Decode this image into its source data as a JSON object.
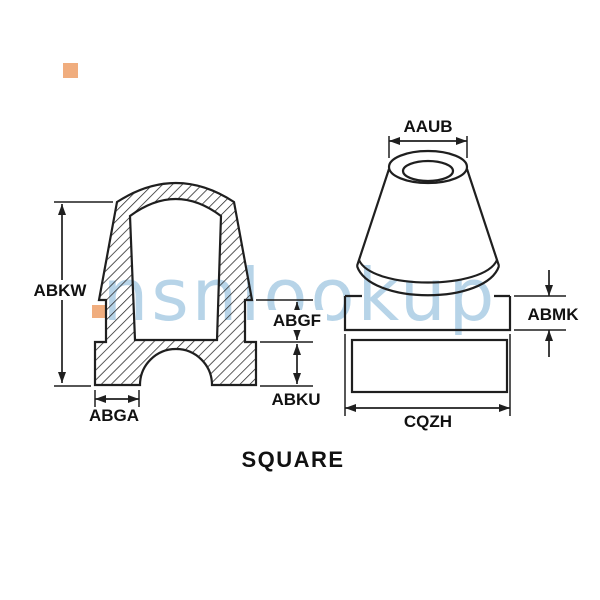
{
  "watermark": {
    "text": "nsnlookup",
    "color": "#b7d4e8",
    "accent_color": "#f0ad7e"
  },
  "caption": "SQUARE",
  "colors": {
    "line": "#1f1f1f",
    "background": "#ffffff"
  },
  "dimensions": {
    "left": {
      "height": "ABKW",
      "base_width": "ABGA",
      "neck_height": "ABGF",
      "base_height": "ABKU"
    },
    "right": {
      "top_width": "AAUB",
      "flange_thickness": "ABMK",
      "base_width": "CQZH"
    }
  }
}
